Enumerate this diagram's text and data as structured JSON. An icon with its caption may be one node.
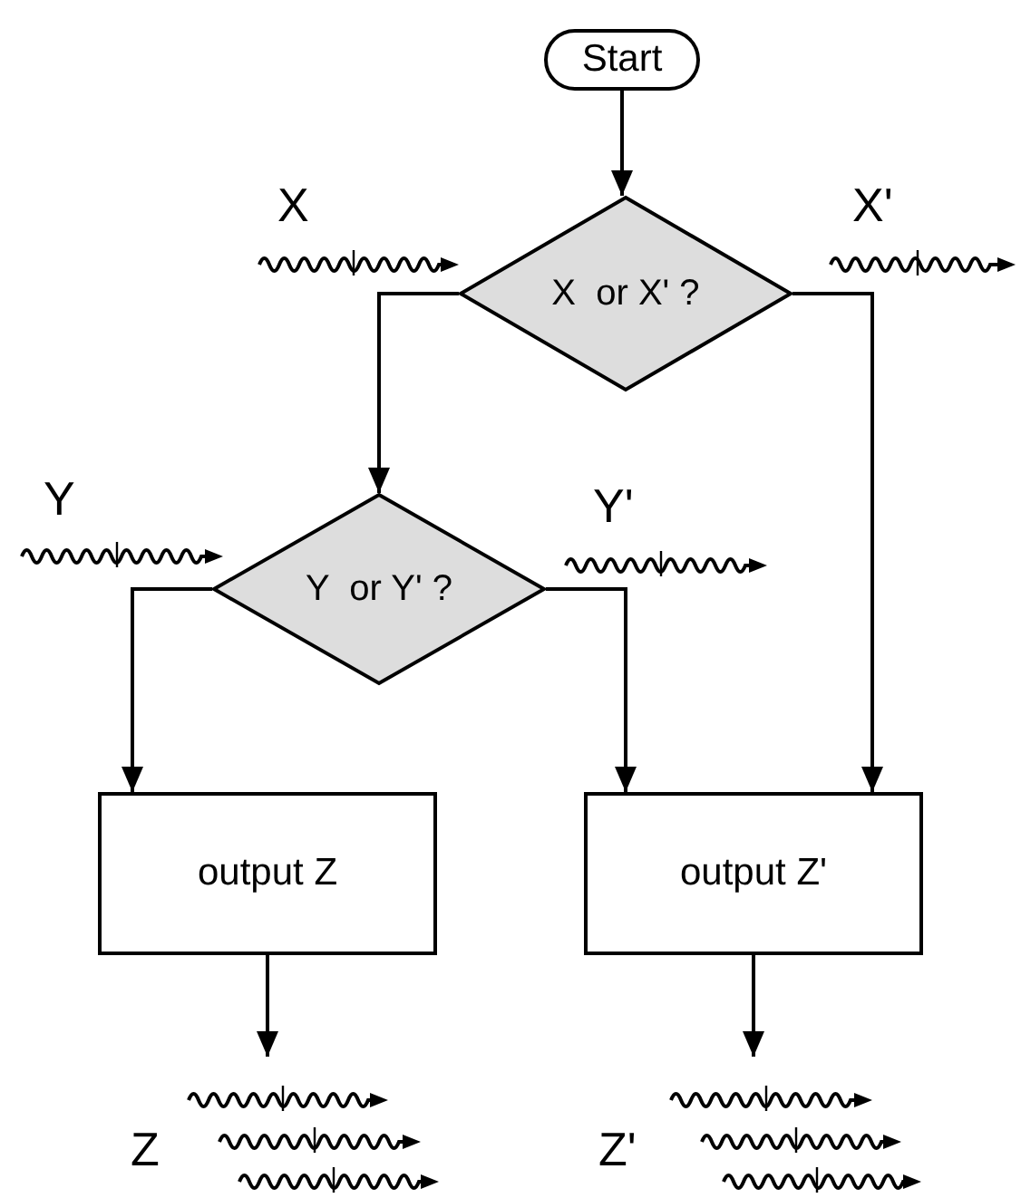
{
  "diagram": {
    "nodes": [
      {
        "text": [
          "Start"
        ]
      },
      {
        "text": [
          "X  or X' ?"
        ]
      },
      {
        "text": [
          "Y  or Y' ?"
        ]
      },
      {
        "text": [
          "output Z"
        ]
      },
      {
        "text": [
          "output Z'"
        ]
      }
    ],
    "edges": [
      {
        "from": 0,
        "to": 1,
        "arrow": "to"
      },
      {
        "from": 1,
        "to": 2,
        "arrow": "to"
      },
      {
        "from": 1,
        "to": 4,
        "arrow": "to"
      },
      {
        "from": 2,
        "to": 3,
        "arrow": "to"
      },
      {
        "from": 2,
        "to": 4,
        "arrow": "to"
      },
      {
        "from": 3,
        "to": null,
        "arrow": "to"
      },
      {
        "from": 4,
        "to": null,
        "arrow": "to"
      }
    ],
    "labels": [
      "X",
      "X'",
      "Y",
      "Y'",
      "Z",
      "Z'"
    ]
  }
}
